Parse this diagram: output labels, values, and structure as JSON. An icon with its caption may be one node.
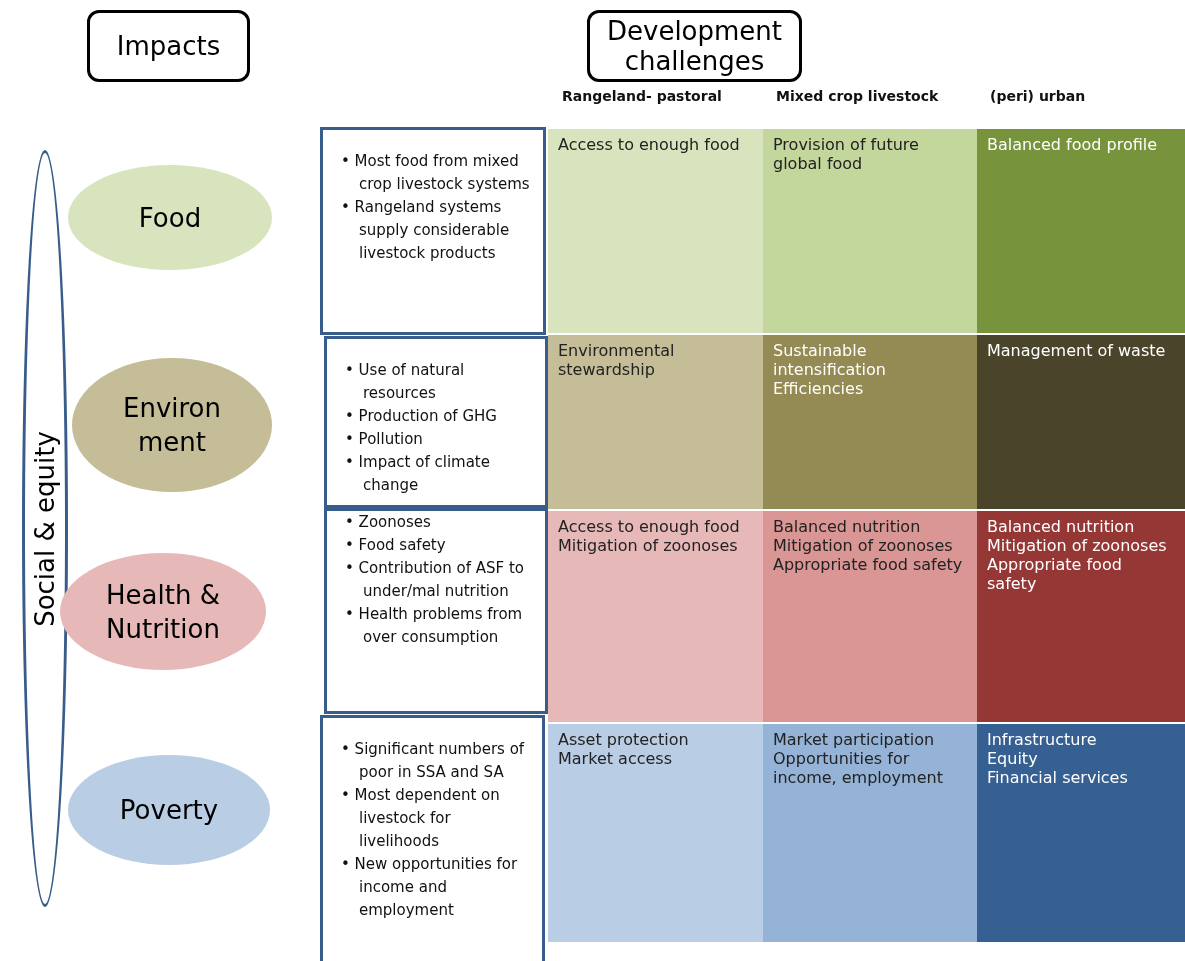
{
  "diagram": {
    "nodes": [
      {
        "text": [
          "Impacts"
        ]
      },
      {
        "text": [
          "Development challenges"
        ]
      },
      {
        "text": [
          "Social & equity"
        ]
      },
      {
        "text": [
          "Food"
        ]
      },
      {
        "text": [
          "Environ ment"
        ]
      },
      {
        "text": [
          "Health & Nutrition"
        ]
      },
      {
        "text": [
          "Poverty"
        ]
      },
      {
        "text": [
          "• Most food from mixed crop livestock systems",
          "• Rangeland systems supply considerable livestock products"
        ]
      },
      {
        "text": [
          "• Use of natural resources",
          "• Production of GHG",
          "• Pollution",
          "• Impact of climate change"
        ]
      },
      {
        "text": [
          "• Zoonoses",
          "• Food safety",
          "• Contribution of ASF to under/mal nutrition",
          "• Health problems from over consumption"
        ]
      },
      {
        "text": [
          "• Significant numbers of poor in SSA and SA",
          "• Most dependent on livestock for livelihoods",
          "• New opportunities for income and employment"
        ]
      },
      {
        "text": [
          "Access to enough food"
        ]
      },
      {
        "text": [
          "Provision of future global food"
        ]
      },
      {
        "text": [
          "Balanced food profile"
        ]
      },
      {
        "text": [
          "Environmental stewardship"
        ]
      },
      {
        "text": [
          "Sustainable intensification",
          "Efficiencies"
        ]
      },
      {
        "text": [
          "Management of waste"
        ]
      },
      {
        "text": [
          "Access to enough food",
          "Mitigation of zoonoses"
        ]
      },
      {
        "text": [
          "Balanced nutrition",
          "Mitigation of zoonoses",
          "Appropriate food safety"
        ]
      },
      {
        "text": [
          "Balanced nutrition",
          "Mitigation of zoonoses",
          "Appropriate food safety"
        ]
      },
      {
        "text": [
          "Asset protection",
          "Market access"
        ]
      },
      {
        "text": [
          "Market participation",
          "Opportunities for income, employment"
        ]
      },
      {
        "text": [
          "Infrastructure",
          "Equity",
          "Financial services"
        ]
      }
    ],
    "labels": [
      "Rangeland- pastoral",
      "Mixed crop livestock",
      "(peri) urban"
    ]
  }
}
